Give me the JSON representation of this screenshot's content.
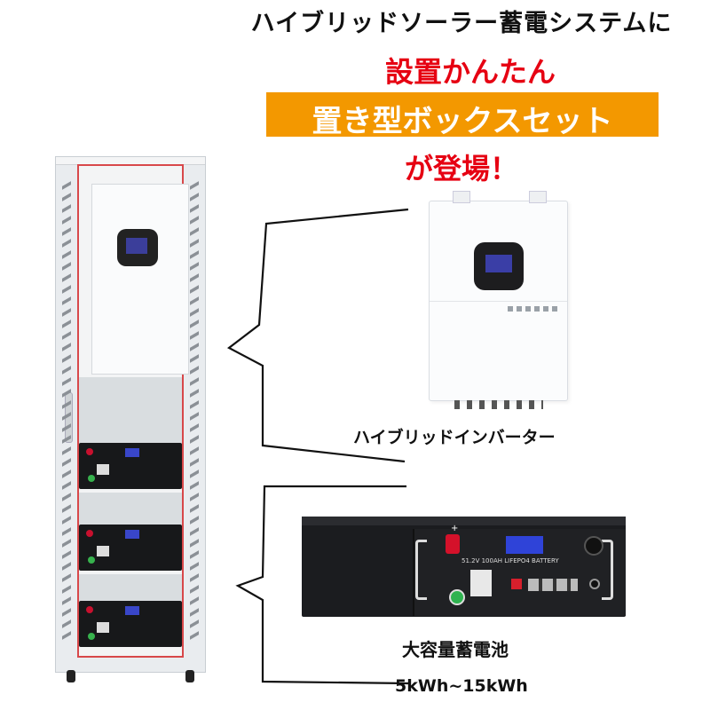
{
  "headline": {
    "line1": "ハイブリッドソーラー蓄電システムに",
    "line2": "設置かんたん",
    "line3": "置き型ボックスセット",
    "line4": "が登場！"
  },
  "colors": {
    "accent_red": "#e60012",
    "banner_orange": "#f39800"
  },
  "labels": {
    "inverter": "ハイブリッドインバーター",
    "battery": "大容量蓄電池",
    "capacity": "5kWh~15kWh"
  },
  "battery_panel": {
    "model_text": "51.2V 100AH LIFEPO4 BATTERY",
    "plus": "+"
  }
}
